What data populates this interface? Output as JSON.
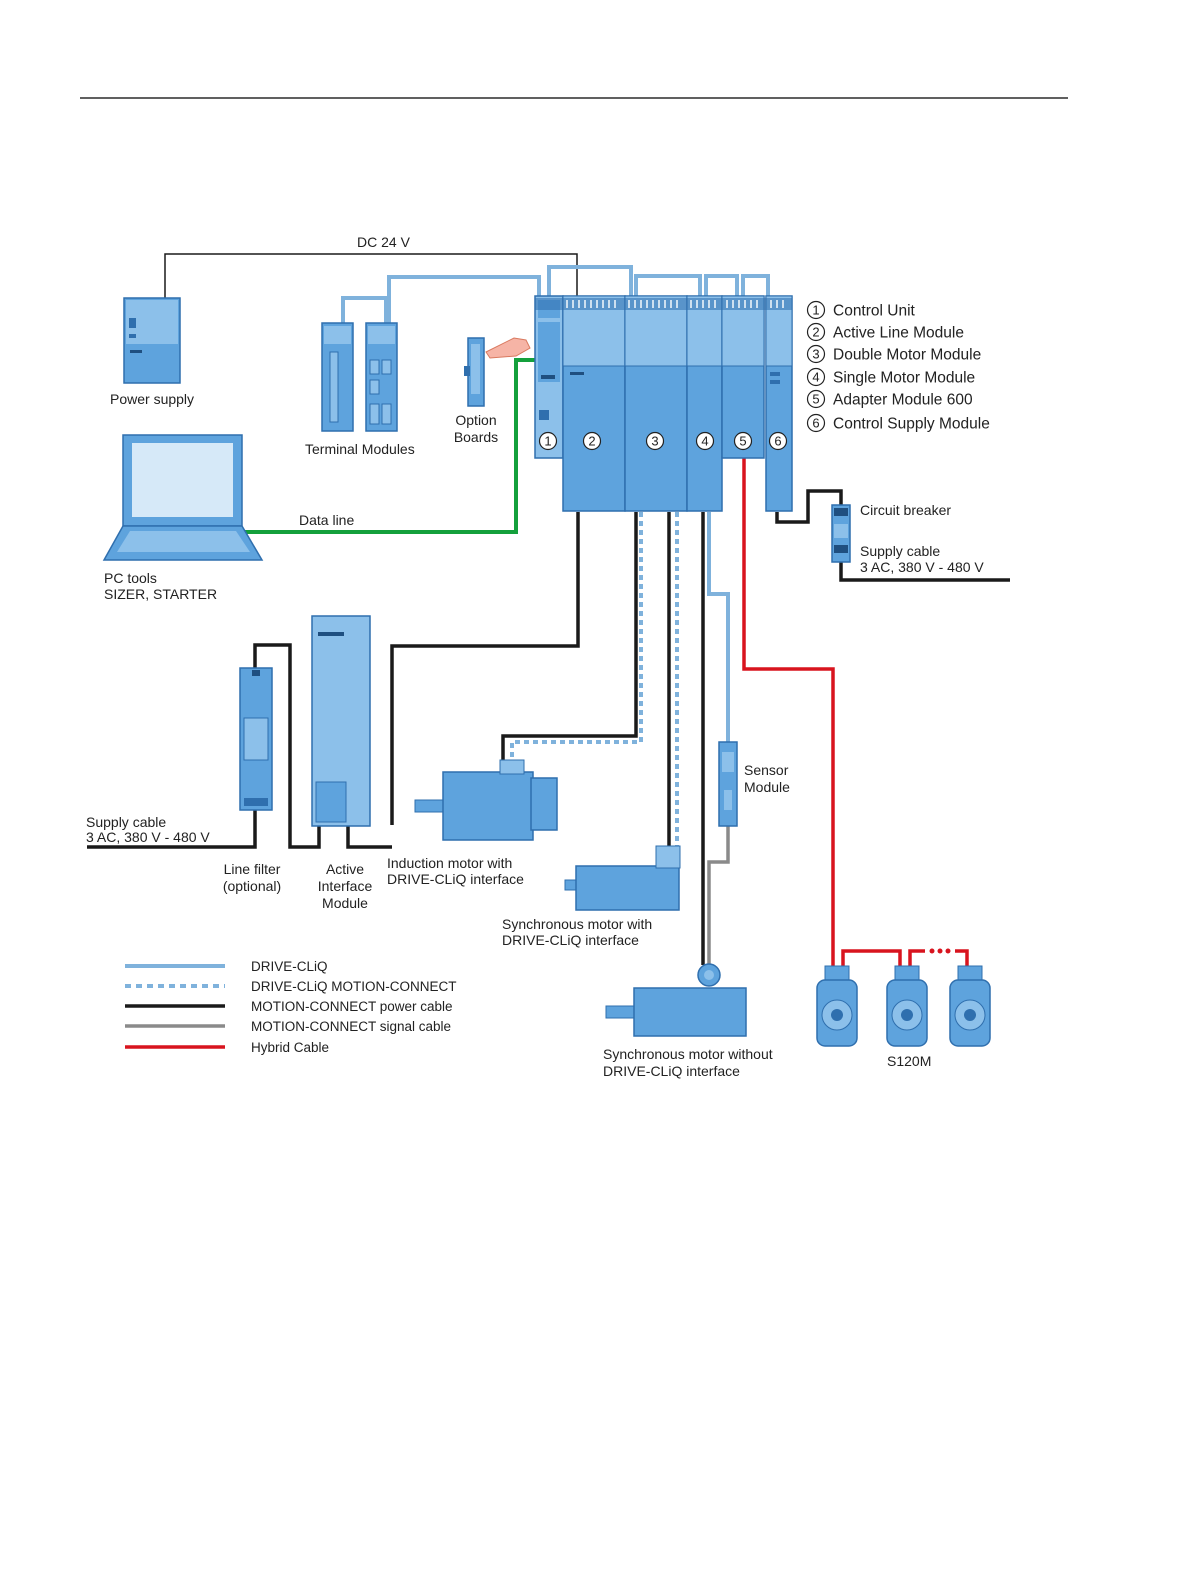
{
  "dc_label": "DC 24 V",
  "power_supply": "Power supply",
  "terminal_modules": "Terminal Modules",
  "option_boards": [
    "Option",
    "Boards"
  ],
  "pc_tools": [
    "PC tools",
    "SIZER, STARTER"
  ],
  "data_line": "Data line",
  "module_key": [
    {
      "num": "1",
      "label": "Control Unit"
    },
    {
      "num": "2",
      "label": "Active Line Module"
    },
    {
      "num": "3",
      "label": "Double Motor Module"
    },
    {
      "num": "4",
      "label": "Single Motor Module"
    },
    {
      "num": "5",
      "label": "Adapter Module 600"
    },
    {
      "num": "6",
      "label": "Control Supply Module"
    }
  ],
  "circuit_breaker": "Circuit breaker",
  "supply_cable_right": [
    "Supply cable",
    "3 AC, 380 V - 480 V"
  ],
  "supply_cable_left": [
    "Supply cable",
    "3 AC, 380 V - 480 V"
  ],
  "line_filter": [
    "Line filter",
    "(optional)"
  ],
  "active_interface_module": [
    "Active",
    "Interface",
    "Module"
  ],
  "induction_motor": [
    "Induction motor with",
    "DRIVE-CLiQ interface"
  ],
  "sensor_module": [
    "Sensor",
    "Module"
  ],
  "sync_motor_with": [
    "Synchronous motor with",
    "DRIVE-CLiQ interface"
  ],
  "sync_motor_without": [
    "Synchronous motor without",
    "DRIVE-CLiQ interface"
  ],
  "s120m": "S120M",
  "legend": [
    {
      "label": "DRIVE-CLiQ",
      "color": "#7fb2dc",
      "style": "solid"
    },
    {
      "label": "DRIVE-CLiQ MOTION-CONNECT",
      "color": "#7fb2dc",
      "style": "dashed"
    },
    {
      "label": "MOTION-CONNECT power cable",
      "color": "#1a1a1a",
      "style": "solid"
    },
    {
      "label": "MOTION-CONNECT signal cable",
      "color": "#8a8a8a",
      "style": "solid"
    },
    {
      "label": "Hybrid Cable",
      "color": "#d8141e",
      "style": "solid"
    }
  ],
  "colors": {
    "device_fill": "#5ea3dd",
    "device_light": "#8cc0ea",
    "device_dark": "#2f6fae",
    "data_line": "#14a03c",
    "dc_line": "#1a1a1a"
  }
}
